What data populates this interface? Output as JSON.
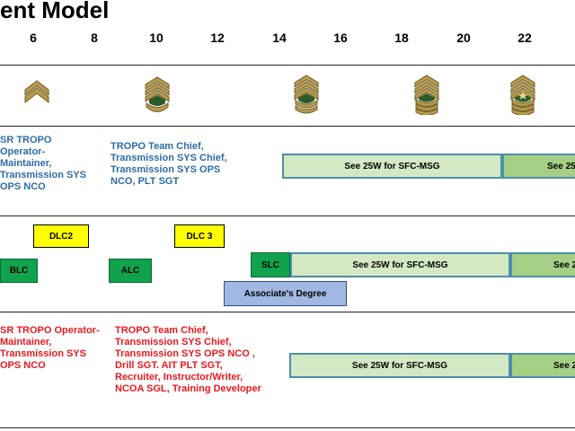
{
  "title": "ent Model",
  "axis_ticks": [
    "6",
    "8",
    "10",
    "12",
    "14",
    "16",
    "18",
    "20",
    "22"
  ],
  "insignia": [
    {
      "icon": "sergeant-chevron-icon"
    },
    {
      "icon": "staff-sergeant-chevron-icon"
    },
    {
      "icon": "sergeant-first-class-chevron-icon"
    },
    {
      "icon": "master-sergeant-chevron-icon"
    },
    {
      "icon": "first-sergeant-chevron-icon"
    }
  ],
  "operational": {
    "left_text": "SR TROPO\nOperator-\nMaintainer,\nTransmission SYS\nOPS NCO",
    "mid_text": "TROPO Team Chief,\nTransmission SYS Chief,\nTransmission SYS OPS\nNCO, PLT SGT",
    "bar1": "See 25W for SFC-MSG",
    "bar2": "See 25"
  },
  "education": {
    "dlc2": "DLC2",
    "dlc3": "DLC 3",
    "blc": "BLC",
    "alc": "ALC",
    "slc": "SLC",
    "bar1": "See 25W for SFC-MSG",
    "bar2": "See 2",
    "associate": "Associate's Degree"
  },
  "assignments": {
    "left_text": "SR TROPO Operator-\nMaintainer,\nTransmission SYS\nOPS NCO",
    "mid_text": "TROPO Team Chief,\nTransmission SYS Chief,\nTransmission SYS OPS NCO ,\nDrill SGT. AIT PLT SGT,\nRecruiter, Instructor/Writer,\nNCOA SGL, Training Developer",
    "bar1": "See 25W for SFC-MSG",
    "bar2": "See 2"
  },
  "colors": {
    "blue_text": "#2e6ca5",
    "red_text": "#e8191e",
    "light_green": "#d3e9c3",
    "mid_green": "#a4cf84",
    "dark_green": "#10a24d",
    "yellow": "#ffff00",
    "blue_box": "#a0b8e2"
  }
}
